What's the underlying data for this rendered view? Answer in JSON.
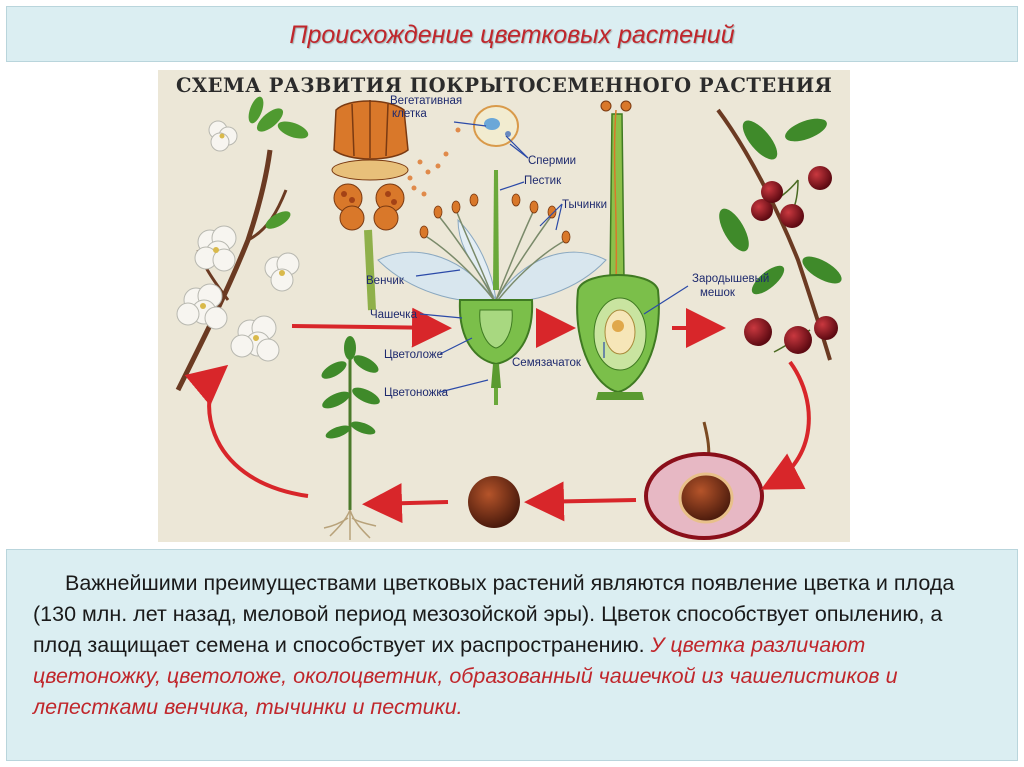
{
  "slide": {
    "title": "Происхождение цветковых растений"
  },
  "poster": {
    "title": "СХЕМА РАЗВИТИЯ ПОКРЫТОСЕМЕННОГО РАСТЕНИЯ",
    "labels": {
      "vegetative_cell_1": "Вегетативная",
      "vegetative_cell_2": "клетка",
      "sperm": "Спермии",
      "pistil": "Пестик",
      "stamens": "Тычинки",
      "corolla": "Венчик",
      "calyx": "Чашечка",
      "receptacle": "Цветоложе",
      "pedicel": "Цветоножка",
      "ovule": "Семязачаток",
      "embryo_sac_1": "Зародышевый",
      "embryo_sac_2": "мешок"
    },
    "colors": {
      "arrow": "#d8262a",
      "leaf": "#3f8a2a",
      "cherry": "#8a0f1a",
      "anther": "#d9782a"
    }
  },
  "body_text": {
    "plain": "Важнейшими преимуществами цветковых растений являются появление цветка и плода (130 млн. лет назад, меловой период мезозойской эры). Цветок способствует опылению, а плод защищает семена и способствует их распространению. ",
    "highlighted": "У цветка различают цветоножку, цветоложе, околоцветник, образованный чашечкой из чашелистиков и лепестками венчика, тычинки и пестики."
  }
}
